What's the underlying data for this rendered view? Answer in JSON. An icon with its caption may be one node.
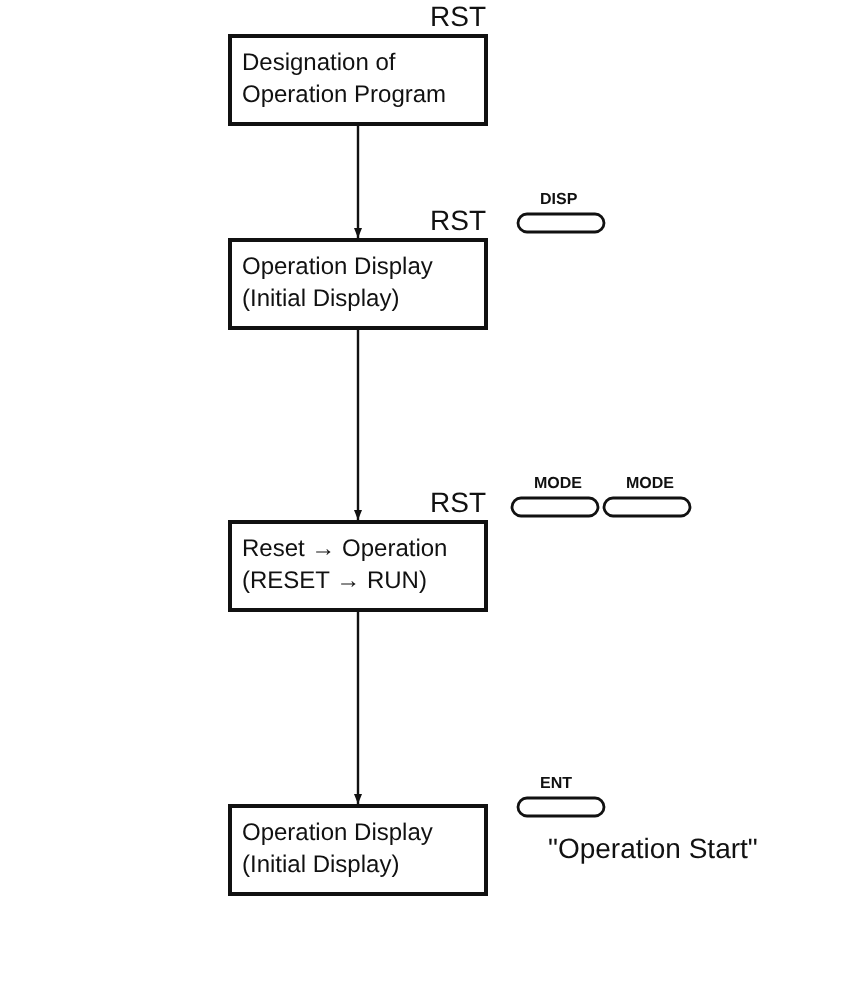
{
  "diagram": {
    "nodes": [
      {
        "text": [
          "Designation of Operation Program"
        ],
        "beside": [
          "RST"
        ]
      },
      {
        "text": [
          "Operation Display (Initial Display)"
        ],
        "beside": [
          "RST"
        ]
      },
      {
        "text": [
          "Reset → Operation (RESET → RUN)"
        ],
        "beside": [
          "RST"
        ]
      },
      {
        "text": [
          "Operation Display (Initial Display)"
        ],
        "beside": [
          "\"Operation Start\""
        ]
      }
    ],
    "edges": [
      {
        "from": 0,
        "to": 1,
        "arrow": "to"
      },
      {
        "from": 1,
        "to": 2,
        "arrow": "to"
      },
      {
        "from": 2,
        "to": 3,
        "arrow": "to"
      }
    ],
    "labels": [
      "DISP",
      "MODE",
      "MODE",
      "ENT"
    ]
  }
}
